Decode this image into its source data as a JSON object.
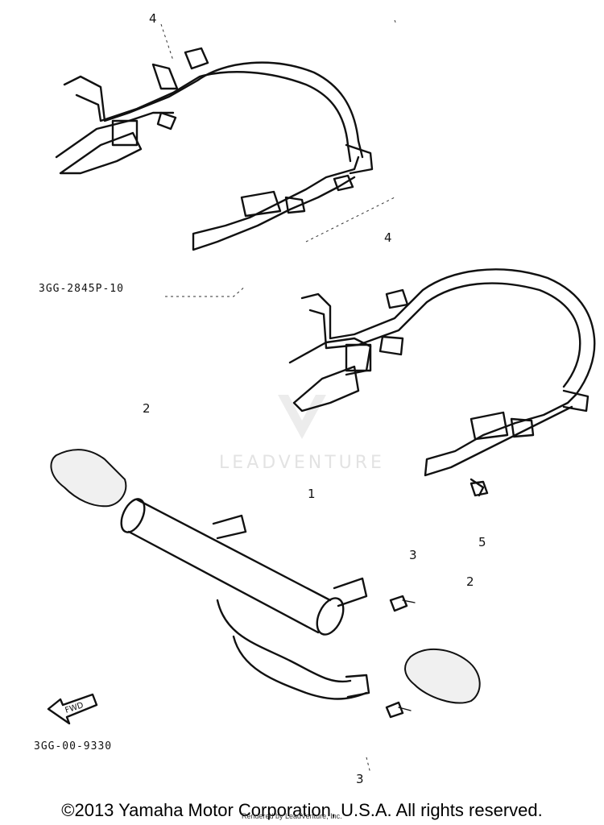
{
  "callouts": {
    "c1": "4",
    "c2": "4",
    "c3": "2",
    "c4": "1",
    "c5": "5",
    "c6": "3",
    "c7": "2",
    "c8": "3"
  },
  "codes": {
    "top_frame": "3GG-2845P-10",
    "bottom": "3GG-00-9330"
  },
  "fwd_label": "FWD",
  "watermark": "LEADVENTURE",
  "footer": {
    "copyright": "©2013 Yamaha Motor Corporation, U.S.A. All rights reserved.",
    "rendered_by": "Rendered by LeadVenture, Inc."
  },
  "colors": {
    "line": "#111111",
    "watermark": "#e3e3e3",
    "background": "#ffffff"
  }
}
